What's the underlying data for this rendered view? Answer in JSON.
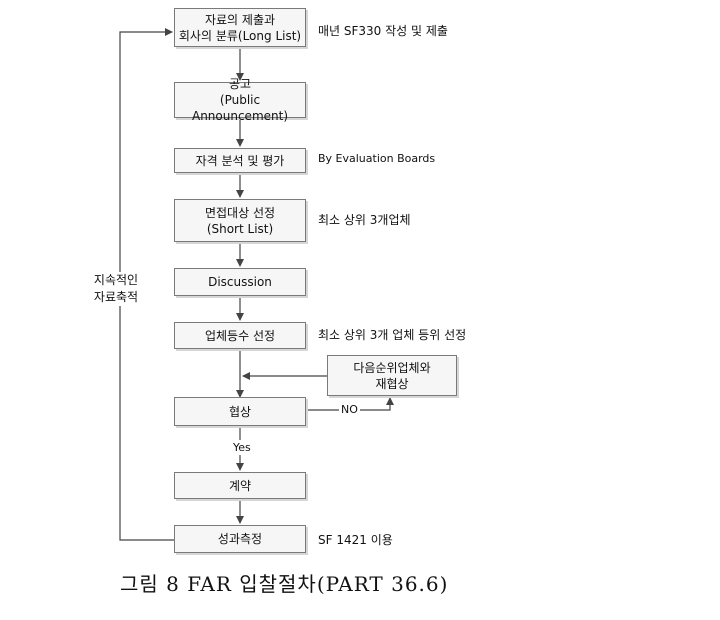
{
  "steps": [
    {
      "line1": "자료의 제출과",
      "line2": "회사의 분류(Long List)",
      "note": "매년 SF330 작성 및 제출"
    },
    {
      "line1": "공고",
      "line2": "(Public Announcement)",
      "note": ""
    },
    {
      "line1": "자격 분석 및 평가",
      "line2": "",
      "note": "By Evaluation Boards"
    },
    {
      "line1": "면접대상 선정",
      "line2": "(Short List)",
      "note": "최소 상위 3개업체"
    },
    {
      "line1": "Discussion",
      "line2": "",
      "note": ""
    },
    {
      "line1": "업체등수 선정",
      "line2": "",
      "note": "최소 상위 3개 업체 등위 선정"
    },
    {
      "line1": "협상",
      "line2": "",
      "note": ""
    },
    {
      "line1": "계약",
      "line2": "",
      "note": ""
    },
    {
      "line1": "성과측정",
      "line2": "",
      "note": "SF 1421 이용"
    }
  ],
  "renegotiate": {
    "line1": "다음순위업체와",
    "line2": "재협상"
  },
  "edge_labels": {
    "no": "NO",
    "yes": "Yes"
  },
  "feedback": {
    "line1": "지속적인",
    "line2": "자료축적"
  },
  "caption": "그림 8 FAR 입찰절차(PART 36.6)"
}
